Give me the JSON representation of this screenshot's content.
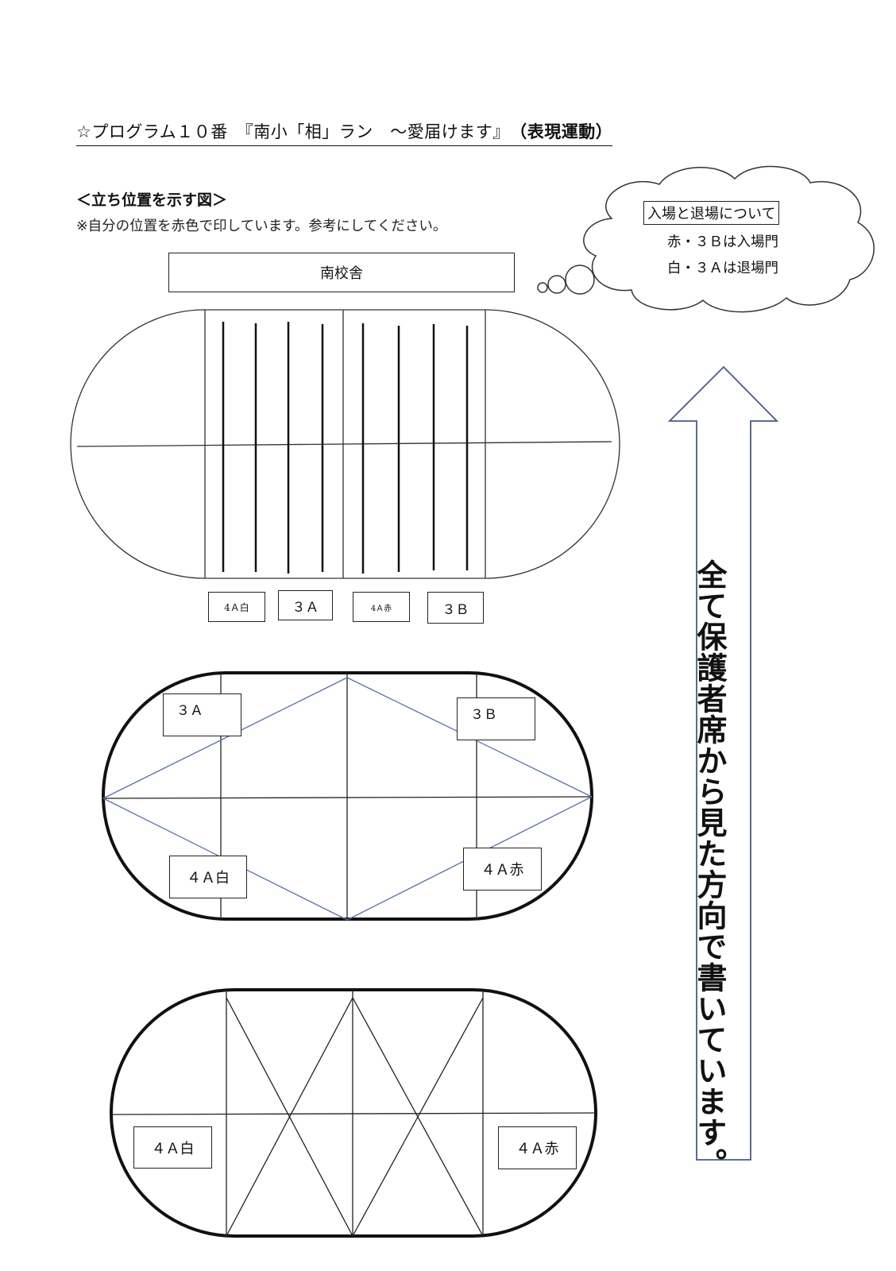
{
  "title": {
    "prefix": "☆プログラム１０番　",
    "main": "『南小「相」ラン　～愛届けます』",
    "suffix": "（表現運動）"
  },
  "section": {
    "heading": "＜立ち位置を示す図＞",
    "note": "※自分の位置を赤色で印しています。参考にしてください。"
  },
  "building_label": "南校舎",
  "cloud": {
    "title": "入場と退場について",
    "line1": "赤・３Ｂは入場門",
    "line2": "白・３Ａは退場門"
  },
  "direction_note": "全て保護者席から見た方向で書いています。",
  "diagram1": {
    "labels": [
      "4Ａ白",
      "３Ａ",
      "4Ａ赤",
      "３Ｂ"
    ]
  },
  "diagram2": {
    "labels": [
      "３Ａ",
      "３Ｂ",
      "４Ａ白",
      "４Ａ赤"
    ]
  },
  "diagram3": {
    "labels": [
      "４Ａ白",
      "４Ａ赤"
    ]
  },
  "colors": {
    "diagonal": "#5a6fa8",
    "line": "#111111",
    "arrow": "#4a5a88"
  }
}
